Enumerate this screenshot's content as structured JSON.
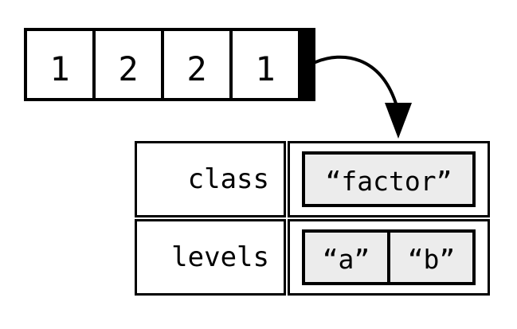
{
  "diagram": {
    "title": "factor-memory-diagram",
    "vector": {
      "cells": [
        "1",
        "2",
        "2",
        "1"
      ],
      "cap": "attributes-cap"
    },
    "attributes_table": {
      "rows": [
        {
          "label": "class",
          "values": [
            "“factor”"
          ]
        },
        {
          "label": "levels",
          "values": [
            "“a”",
            "“b”"
          ]
        }
      ]
    },
    "icons": {
      "attributes_arrow": "curved-down-arrow"
    },
    "colors": {
      "line": "#000000",
      "value_box_fill": "#ececec",
      "background": "#ffffff"
    }
  }
}
